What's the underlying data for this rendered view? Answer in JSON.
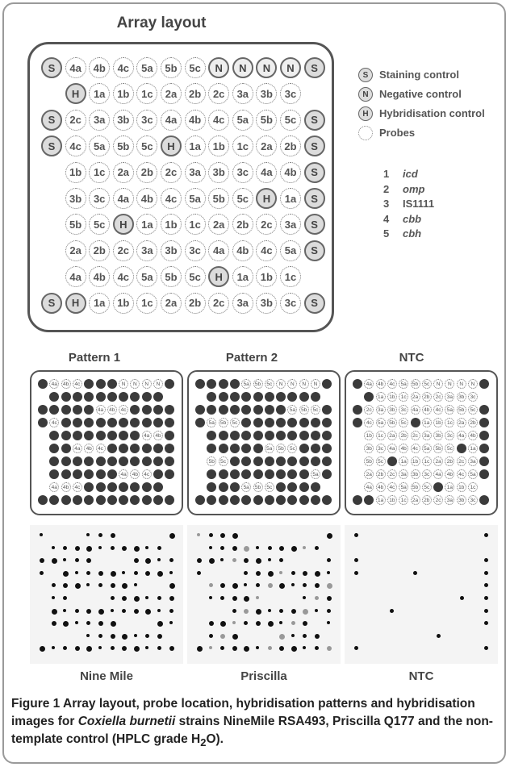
{
  "array": {
    "title": "Array layout",
    "rows": [
      [
        "S",
        "4a",
        "4b",
        "4c",
        "5a",
        "5b",
        "5c",
        "N",
        "N",
        "N",
        "N",
        "S"
      ],
      [
        "",
        "H",
        "1a",
        "1b",
        "1c",
        "2a",
        "2b",
        "2c",
        "3a",
        "3b",
        "3c",
        ""
      ],
      [
        "S",
        "2c",
        "3a",
        "3b",
        "3c",
        "4a",
        "4b",
        "4c",
        "5a",
        "5b",
        "5c",
        "S"
      ],
      [
        "S",
        "4c",
        "5a",
        "5b",
        "5c",
        "H",
        "1a",
        "1b",
        "1c",
        "2a",
        "2b",
        "S"
      ],
      [
        "",
        "1b",
        "1c",
        "2a",
        "2b",
        "2c",
        "3a",
        "3b",
        "3c",
        "4a",
        "4b",
        "S"
      ],
      [
        "",
        "3b",
        "3c",
        "4a",
        "4b",
        "4c",
        "5a",
        "5b",
        "5c",
        "H",
        "1a",
        "S"
      ],
      [
        "",
        "5b",
        "5c",
        "H",
        "1a",
        "1b",
        "1c",
        "2a",
        "2b",
        "2c",
        "3a",
        "S"
      ],
      [
        "",
        "2a",
        "2b",
        "2c",
        "3a",
        "3b",
        "3c",
        "4a",
        "4b",
        "4c",
        "5a",
        "S"
      ],
      [
        "",
        "4a",
        "4b",
        "4c",
        "5a",
        "5b",
        "5c",
        "H",
        "1a",
        "1b",
        "1c",
        ""
      ],
      [
        "S",
        "H",
        "1a",
        "1b",
        "1c",
        "2a",
        "2b",
        "2c",
        "3a",
        "3b",
        "3c",
        "S"
      ]
    ]
  },
  "legend": [
    {
      "symbol": "S",
      "label": "Staining control"
    },
    {
      "symbol": "N",
      "label": "Negative control"
    },
    {
      "symbol": "H",
      "label": "Hybridisation control"
    },
    {
      "symbol": "",
      "label": "Probes"
    }
  ],
  "probe_key": [
    {
      "num": "1",
      "name": "icd",
      "italic": true
    },
    {
      "num": "2",
      "name": "omp",
      "italic": true
    },
    {
      "num": "3",
      "name": "IS1111",
      "italic": false
    },
    {
      "num": "4",
      "name": "cbb",
      "italic": true
    },
    {
      "num": "5",
      "name": "cbh",
      "italic": true
    }
  ],
  "patterns": [
    {
      "title": "Pattern 1",
      "rows": [
        [
          "F",
          "4a",
          "4b",
          "4c",
          "F",
          "F",
          "F",
          "N",
          "N",
          "N",
          "N",
          "F"
        ],
        [
          "",
          "F",
          "F",
          "F",
          "F",
          "F",
          "F",
          "F",
          "F",
          "F",
          "F",
          ""
        ],
        [
          "F",
          "F",
          "F",
          "F",
          "F",
          "4a",
          "4b",
          "4c",
          "F",
          "F",
          "F",
          "F"
        ],
        [
          "F",
          "4c",
          "F",
          "F",
          "F",
          "F",
          "F",
          "F",
          "F",
          "F",
          "F",
          "F"
        ],
        [
          "",
          "F",
          "F",
          "F",
          "F",
          "F",
          "F",
          "F",
          "F",
          "4a",
          "4b",
          "F"
        ],
        [
          "",
          "F",
          "F",
          "4a",
          "4b",
          "4c",
          "F",
          "F",
          "F",
          "F",
          "F",
          "F"
        ],
        [
          "",
          "F",
          "F",
          "F",
          "F",
          "F",
          "F",
          "F",
          "F",
          "F",
          "F",
          "F"
        ],
        [
          "",
          "F",
          "F",
          "F",
          "F",
          "F",
          "F",
          "4a",
          "4b",
          "4c",
          "F",
          "F"
        ],
        [
          "",
          "4a",
          "4b",
          "4c",
          "F",
          "F",
          "F",
          "F",
          "F",
          "F",
          "F",
          ""
        ],
        [
          "F",
          "F",
          "F",
          "F",
          "F",
          "F",
          "F",
          "F",
          "F",
          "F",
          "F",
          "F"
        ]
      ]
    },
    {
      "title": "Pattern 2",
      "rows": [
        [
          "F",
          "F",
          "F",
          "F",
          "5a",
          "5b",
          "5c",
          "N",
          "N",
          "N",
          "N",
          "F"
        ],
        [
          "",
          "F",
          "F",
          "F",
          "F",
          "F",
          "F",
          "F",
          "F",
          "F",
          "F",
          ""
        ],
        [
          "F",
          "F",
          "F",
          "F",
          "F",
          "F",
          "F",
          "F",
          "5a",
          "5b",
          "5c",
          "F"
        ],
        [
          "F",
          "5a",
          "5b",
          "5c",
          "F",
          "F",
          "F",
          "F",
          "F",
          "F",
          "F",
          "F"
        ],
        [
          "",
          "F",
          "F",
          "F",
          "F",
          "F",
          "F",
          "F",
          "F",
          "F",
          "F",
          "F"
        ],
        [
          "",
          "F",
          "F",
          "F",
          "F",
          "F",
          "5a",
          "5b",
          "5c",
          "F",
          "F",
          "F"
        ],
        [
          "",
          "5b",
          "5c",
          "F",
          "F",
          "F",
          "F",
          "F",
          "F",
          "F",
          "F",
          "F"
        ],
        [
          "",
          "F",
          "F",
          "F",
          "F",
          "F",
          "F",
          "F",
          "F",
          "F",
          "5a",
          "F"
        ],
        [
          "",
          "F",
          "F",
          "F",
          "5a",
          "5b",
          "5c",
          "F",
          "F",
          "F",
          "F",
          ""
        ],
        [
          "F",
          "F",
          "F",
          "F",
          "F",
          "F",
          "F",
          "F",
          "F",
          "F",
          "F",
          "F"
        ]
      ]
    },
    {
      "title": "NTC",
      "rows": [
        [
          "F",
          "4a",
          "4b",
          "4c",
          "5a",
          "5b",
          "5c",
          "N",
          "N",
          "N",
          "N",
          "F"
        ],
        [
          "",
          "F",
          "1a",
          "1b",
          "1c",
          "2a",
          "2b",
          "2c",
          "3a",
          "3b",
          "3c",
          ""
        ],
        [
          "F",
          "2c",
          "3a",
          "3b",
          "3c",
          "4a",
          "4b",
          "4c",
          "5a",
          "5b",
          "5c",
          "F"
        ],
        [
          "F",
          "4c",
          "5a",
          "5b",
          "5c",
          "F",
          "1a",
          "1b",
          "1c",
          "2a",
          "2b",
          "F"
        ],
        [
          "",
          "1b",
          "1c",
          "2a",
          "2b",
          "2c",
          "3a",
          "3b",
          "3c",
          "4a",
          "4b",
          "F"
        ],
        [
          "",
          "3b",
          "3c",
          "4a",
          "4b",
          "4c",
          "5a",
          "5b",
          "5c",
          "F",
          "1a",
          "F"
        ],
        [
          "",
          "5b",
          "5c",
          "F",
          "1a",
          "1b",
          "1c",
          "2a",
          "2b",
          "2c",
          "3a",
          "F"
        ],
        [
          "",
          "2a",
          "2b",
          "2c",
          "3a",
          "3b",
          "3c",
          "4a",
          "4b",
          "4c",
          "5a",
          "F"
        ],
        [
          "",
          "4a",
          "4b",
          "4c",
          "5a",
          "5b",
          "5c",
          "F",
          "1a",
          "1b",
          "1c",
          ""
        ],
        [
          "F",
          "F",
          "1a",
          "1b",
          "1c",
          "2a",
          "2b",
          "2c",
          "3a",
          "3b",
          "3c",
          "F"
        ]
      ]
    }
  ],
  "images": [
    {
      "label": "Nine Mile",
      "tint": "#111"
    },
    {
      "label": "Priscilla",
      "tint": "#111"
    },
    {
      "label": "NTC",
      "tint": "#111"
    }
  ],
  "caption": {
    "lead": "Figure 1",
    "text_1": " Array layout, probe location, hybridisation patterns and hybridisation images for ",
    "species": "Coxiella burnetii",
    "text_2": " strains NineMile RSA493, Priscilla Q177 and the non-template control (HPLC grade H",
    "sub": "2",
    "text_3": "O)."
  }
}
